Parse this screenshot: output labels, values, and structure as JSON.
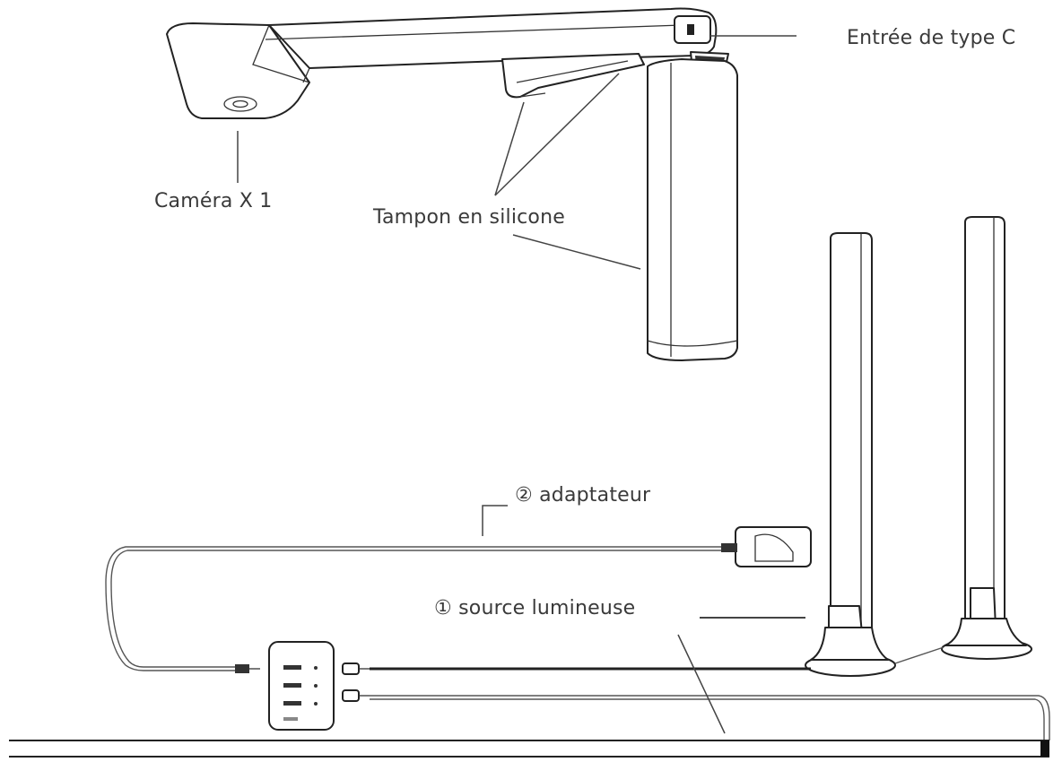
{
  "labels": {
    "type_c": "Entrée de type C",
    "camera": "Caméra X 1",
    "silicone_pad": "Tampon en silicone",
    "adapter": "② adaptateur",
    "light_source": "① source lumineuse"
  }
}
